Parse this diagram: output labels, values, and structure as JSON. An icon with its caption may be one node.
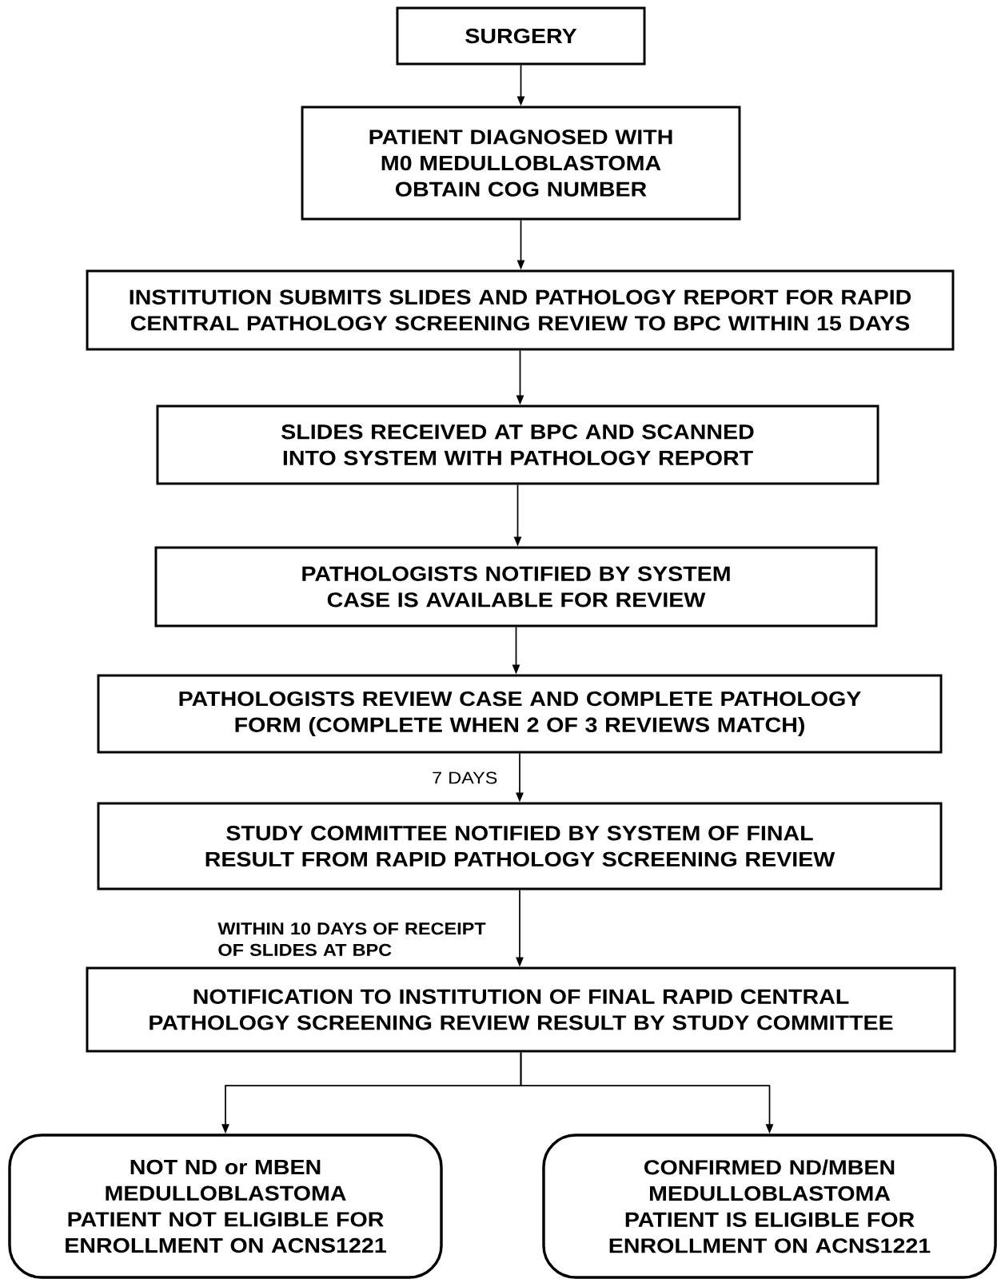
{
  "diagram": {
    "nodes": [
      {
        "text": [
          "SURGERY"
        ]
      },
      {
        "text": [
          "PATIENT DIAGNOSED WITH M0 MEDULLOBLASTOMA OBTAIN COG NUMBER"
        ]
      },
      {
        "text": [
          "INSTITUTION SUBMITS SLIDES AND PATHOLOGY REPORT FOR RAPID CENTRAL PATHOLOGY SCREENING REVIEW TO BPC WITHIN 15 DAYS"
        ]
      },
      {
        "text": [
          "SLIDES RECEIVED AT BPC AND SCANNED INTO SYSTEM WITH PATHOLOGY REPORT"
        ]
      },
      {
        "text": [
          "PATHOLOGISTS NOTIFIED BY SYSTEM CASE IS AVAILABLE FOR REVIEW"
        ]
      },
      {
        "text": [
          "PATHOLOGISTS REVIEW CASE AND COMPLETE PATHOLOGY FORM (COMPLETE WHEN 2 OF 3 REVIEWS MATCH)"
        ]
      },
      {
        "text": [
          "STUDY COMMITTEE NOTIFIED BY SYSTEM OF FINAL RESULT FROM RAPID PATHOLOGY SCREENING REVIEW"
        ]
      },
      {
        "text": [
          "NOTIFICATION TO INSTITUTION OF FINAL RAPID CENTRAL PATHOLOGY SCREENING REVIEW RESULT BY STUDY COMMITTEE"
        ]
      },
      {
        "text": [
          "NOT ND or MBEN MEDULLOBLASTOMA PATIENT NOT ELIGIBLE FOR ENROLLMENT ON ACNS1221"
        ]
      },
      {
        "text": [
          "CONFIRMED ND/MBEN MEDULLOBLASTOMA PATIENT IS ELIGIBLE FOR ENROLLMENT ON ACNS1221"
        ]
      }
    ],
    "edges": [
      {
        "from": 0,
        "to": 1,
        "arrow": "to"
      },
      {
        "from": 1,
        "to": 2,
        "arrow": "to"
      },
      {
        "from": 2,
        "to": 3,
        "arrow": "to"
      },
      {
        "from": 3,
        "to": 4,
        "arrow": "to"
      },
      {
        "from": 4,
        "to": 5,
        "arrow": "to"
      },
      {
        "from": 5,
        "to": 6,
        "arrow": "to",
        "label": "7 DAYS"
      },
      {
        "from": 6,
        "to": 7,
        "arrow": "to",
        "label": "WITHIN 10 DAYS OF RECEIPT OF SLIDES AT BPC"
      },
      {
        "from": 7,
        "to": 8,
        "arrow": "to"
      },
      {
        "from": 7,
        "to": 9,
        "arrow": "to"
      }
    ]
  }
}
